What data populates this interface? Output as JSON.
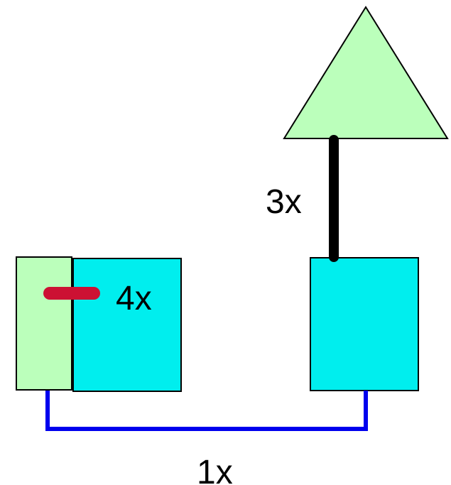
{
  "colors": {
    "green_fill": "#bbffbb",
    "cyan_fill": "#00eeee",
    "outline": "#000000",
    "connector_red": "#cc1133",
    "connector_black": "#000000",
    "connector_blue": "#0000ee"
  },
  "labels": {
    "red_connector": "4x",
    "black_connector": "3x",
    "blue_connector": "1x"
  }
}
